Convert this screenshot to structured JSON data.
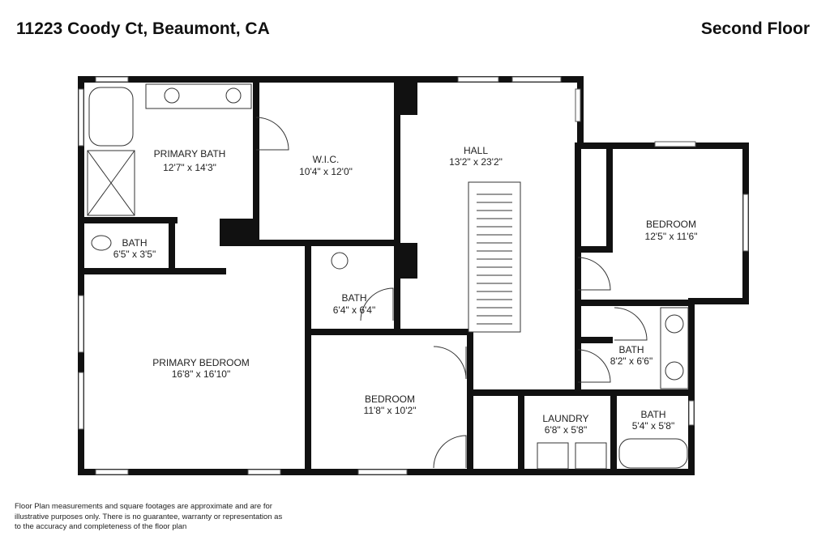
{
  "header": {
    "address": "11223 Coody Ct, Beaumont, CA",
    "floor": "Second Floor"
  },
  "rooms": [
    {
      "name": "PRIMARY BATH",
      "dims": "12'7\" x 14'3\""
    },
    {
      "name": "W.I.C.",
      "dims": "10'4\" x 12'0\""
    },
    {
      "name": "HALL",
      "dims": "13'2\" x 23'2\""
    },
    {
      "name": "BEDROOM",
      "dims": "12'5\" x 11'6\""
    },
    {
      "name": "BATH",
      "dims": "6'5\" x 3'5\""
    },
    {
      "name": "BATH",
      "dims": "6'4\" x 6'4\""
    },
    {
      "name": "PRIMARY BEDROOM",
      "dims": "16'8\" x 16'10\""
    },
    {
      "name": "BEDROOM",
      "dims": "11'8\" x 10'2\""
    },
    {
      "name": "BATH",
      "dims": "8'2\" x 6'6\""
    },
    {
      "name": "LAUNDRY",
      "dims": "6'8\" x 5'8\""
    },
    {
      "name": "BATH",
      "dims": "5'4\" x 5'8\""
    }
  ],
  "disclaimer": "Floor Plan measurements and square footages are approximate and are for illustrative purposes only. There is no guarantee, warranty or representation as to the accuracy and completeness of the floor plan"
}
